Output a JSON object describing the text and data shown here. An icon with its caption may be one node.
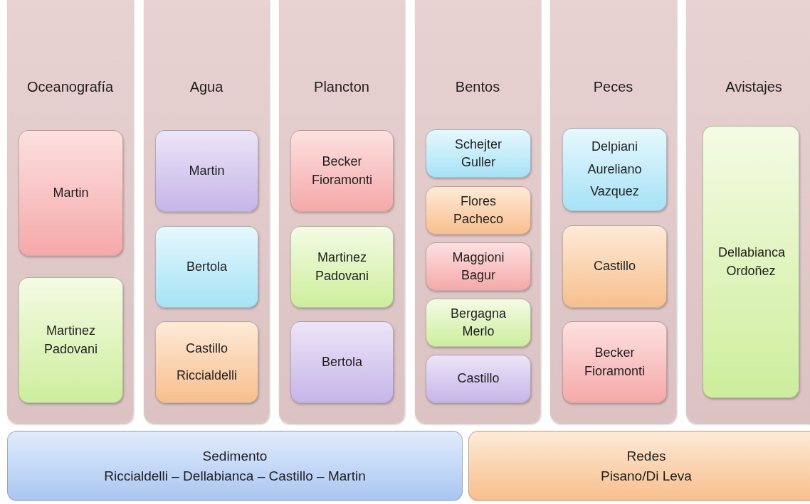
{
  "diagram": {
    "nodes": [
      {
        "text": [
          "Oceanografía"
        ]
      },
      {
        "text": [
          "Martin"
        ],
        "in": 0
      },
      {
        "text": [
          "Martinez Padovani"
        ],
        "in": 0
      },
      {
        "text": [
          "Agua"
        ]
      },
      {
        "text": [
          "Martin"
        ],
        "in": 3
      },
      {
        "text": [
          "Bertola"
        ],
        "in": 3
      },
      {
        "text": [
          "Castillo Riccialdelli"
        ],
        "in": 3
      },
      {
        "text": [
          "Plancton"
        ]
      },
      {
        "text": [
          "Becker Fioramonti"
        ],
        "in": 7
      },
      {
        "text": [
          "Martinez Padovani"
        ],
        "in": 7
      },
      {
        "text": [
          "Bertola"
        ],
        "in": 7
      },
      {
        "text": [
          "Bentos"
        ]
      },
      {
        "text": [
          "Schejter Guller"
        ],
        "in": 11
      },
      {
        "text": [
          "Flores Pacheco"
        ],
        "in": 11
      },
      {
        "text": [
          "Maggioni Bagur"
        ],
        "in": 11
      },
      {
        "text": [
          "Bergagna Merlo"
        ],
        "in": 11
      },
      {
        "text": [
          "Castillo"
        ],
        "in": 11
      },
      {
        "text": [
          "Peces"
        ]
      },
      {
        "text": [
          "Delpiani Aureliano Vazquez"
        ],
        "in": 17
      },
      {
        "text": [
          "Castillo"
        ],
        "in": 17
      },
      {
        "text": [
          "Becker Fioramonti"
        ],
        "in": 17
      },
      {
        "text": [
          "Avistajes"
        ]
      },
      {
        "text": [
          "Dellabianca Ordoñez"
        ],
        "in": 21
      },
      {
        "text": [
          "Sedimento",
          "Riccialdelli – Dellabianca – Castillo – Martin"
        ]
      },
      {
        "text": [
          "Redes",
          "Pisano/Di Leva"
        ]
      }
    ]
  }
}
